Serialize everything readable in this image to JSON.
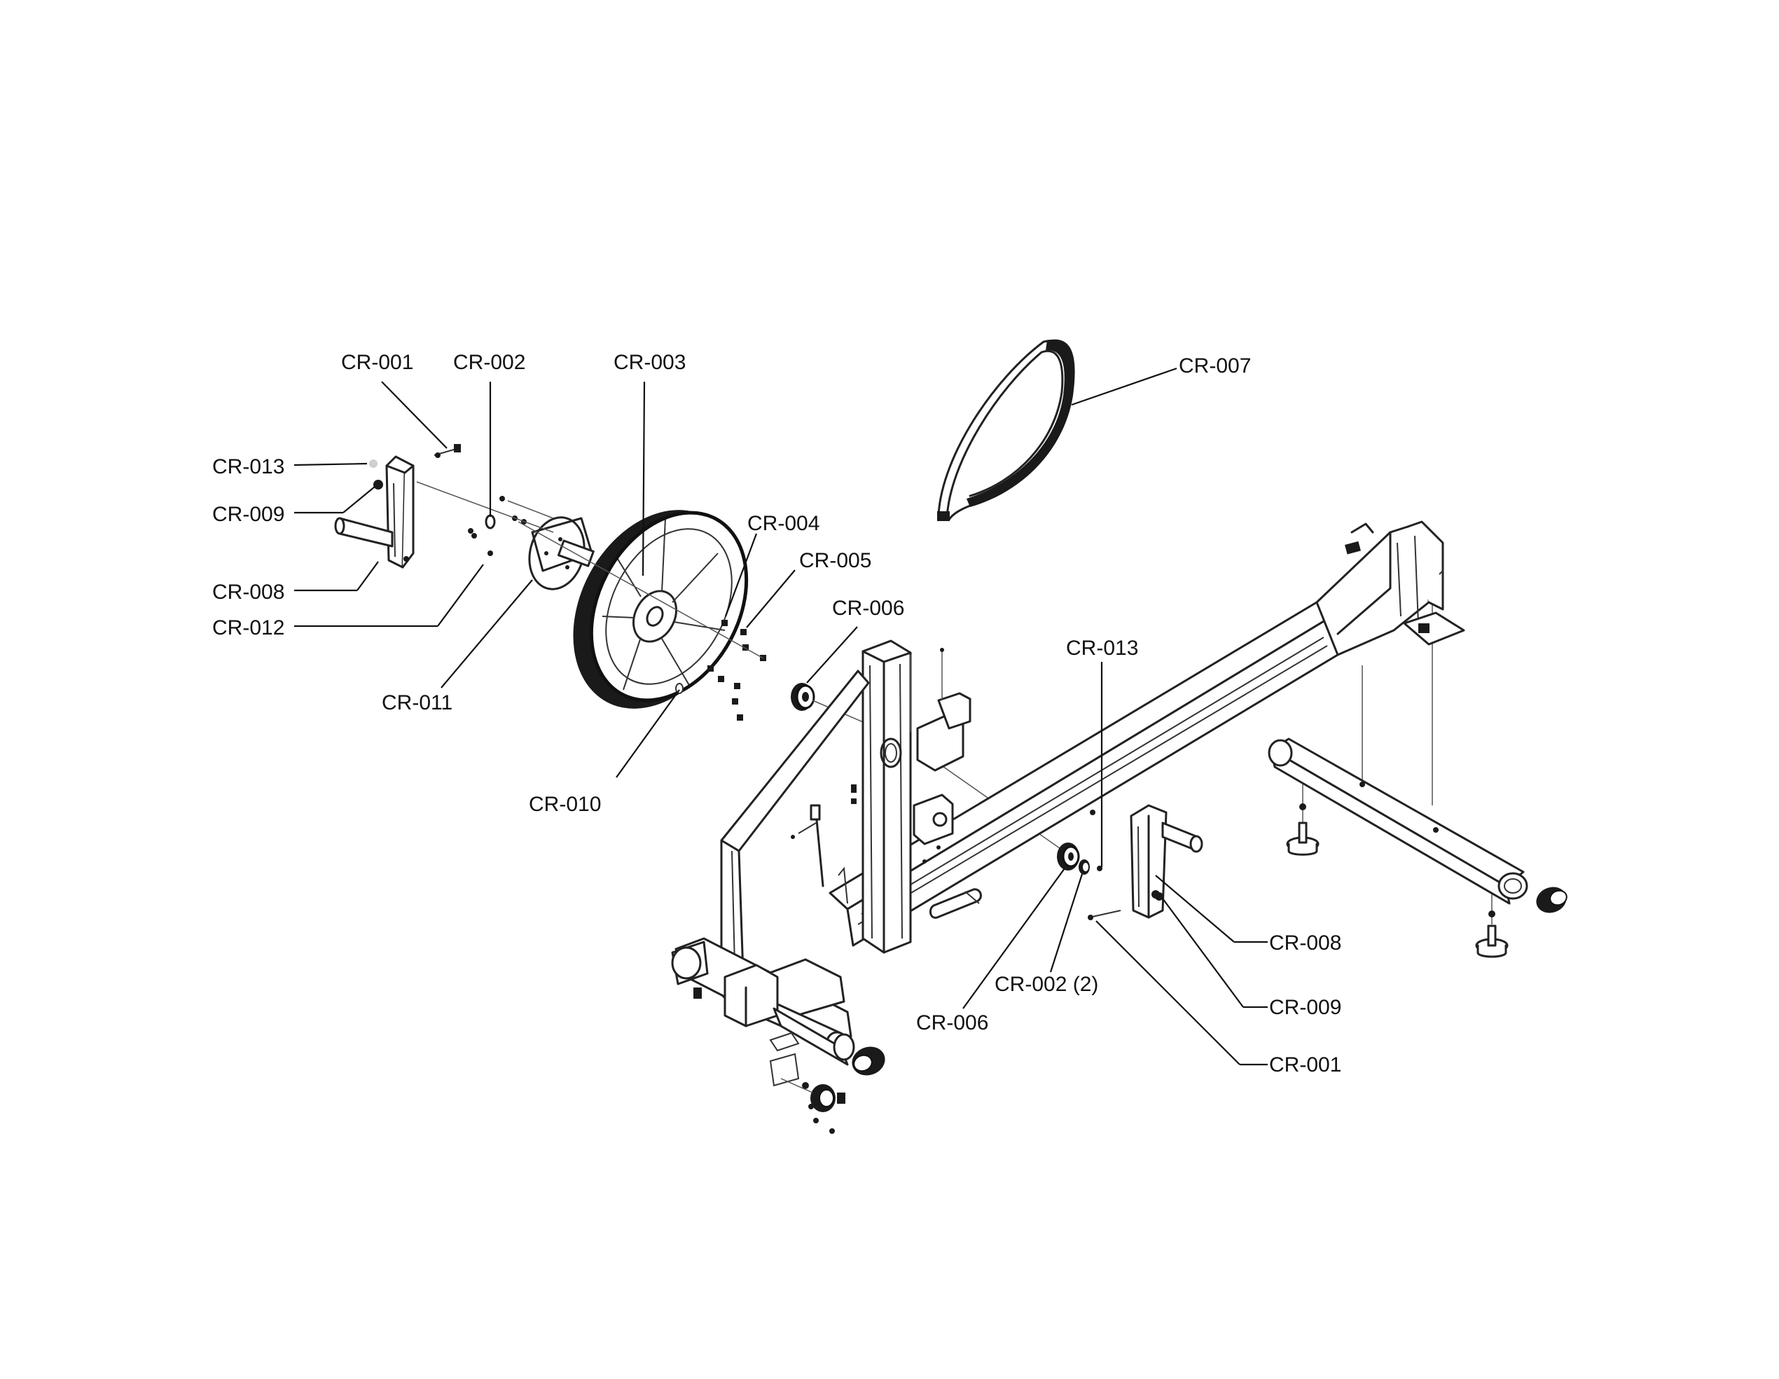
{
  "diagram": {
    "callouts": [
      {
        "id": "c1",
        "text": "CR-001"
      },
      {
        "id": "c2",
        "text": "CR-002"
      },
      {
        "id": "c3",
        "text": "CR-003"
      },
      {
        "id": "c4",
        "text": "CR-007"
      },
      {
        "id": "c5",
        "text": "CR-013"
      },
      {
        "id": "c6",
        "text": "CR-009"
      },
      {
        "id": "c7",
        "text": "CR-008"
      },
      {
        "id": "c8",
        "text": "CR-012"
      },
      {
        "id": "c9",
        "text": "CR-011"
      },
      {
        "id": "c10",
        "text": "CR-004"
      },
      {
        "id": "c11",
        "text": "CR-005"
      },
      {
        "id": "c12",
        "text": "CR-006"
      },
      {
        "id": "c13",
        "text": "CR-010"
      },
      {
        "id": "c14",
        "text": "CR-013"
      },
      {
        "id": "c15",
        "text": "CR-008"
      },
      {
        "id": "c16",
        "text": "CR-009"
      },
      {
        "id": "c17",
        "text": "CR-001"
      },
      {
        "id": "c18",
        "text": "CR-002 (2)"
      },
      {
        "id": "c19",
        "text": "CR-006"
      }
    ]
  }
}
